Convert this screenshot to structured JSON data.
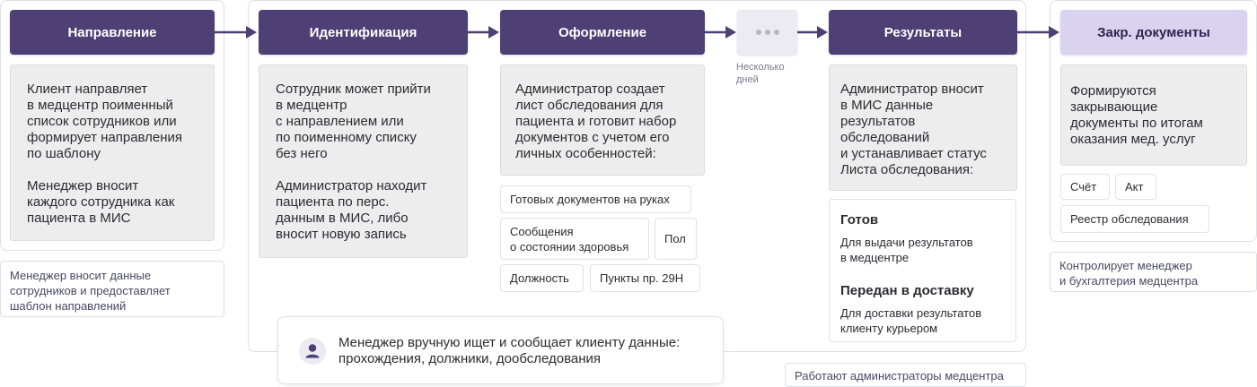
{
  "steps": [
    {
      "label": "Направление"
    },
    {
      "label": "Идентификация"
    },
    {
      "label": "Оформление"
    },
    {
      "label": "Результаты"
    },
    {
      "label": "Закр. документы"
    }
  ],
  "dots_step": {
    "caption": "Несколько\nдней"
  },
  "napravlenie": {
    "p1": "Клиент направляет\nв медцентр поименный\nсписок сотрудников или\nформирует направления\nпо шаблону",
    "p2": "Менеджер вносит\nкаждого сотрудника как\nпациента в МИС",
    "note": "Менеджер вносит данные\nсотрудников и предоставляет\nшаблон направлений"
  },
  "identifikaciya": {
    "p1": "Сотрудник может прийти\nв медцентр\nс направлением или\nпо поименному списку\nбез него",
    "p2": "Администратор находит\nпациента по перс.\nданным в МИС, либо\nвносит новую запись"
  },
  "oformlenie": {
    "p1": "Администратор создает\nлист обследования для\nпациента и готовит набор\nдокументов с учетом его\nличных особенностей:",
    "chips": {
      "ready_docs": "Готовых документов на руках",
      "health": "Сообщения\nо состоянии здоровья",
      "gender": "Пол",
      "position": "Должность",
      "points": "Пункты пр. 29Н"
    }
  },
  "rezultaty": {
    "p1": "Администратор вносит\nв МИС данные\nрезультатов\nобследований\nи устанавливает статус\nЛиста обследования:",
    "status1_title": "Готов",
    "status1_desc": "Для выдачи результатов\nв медцентре",
    "status2_title": "Передан в доставку",
    "status2_desc": "Для доставки результатов\nклиенту курьером"
  },
  "zakr": {
    "p1": "Формируются\nзакрывающие\nдокументы по итогам\nоказания мед. услуг",
    "chips": {
      "schet": "Счёт",
      "akt": "Акт",
      "reestr": "Реестр обследования"
    },
    "note": "Контролирует менеджер\nи бухгалтерия медцентра"
  },
  "manager_box": {
    "text": "Менеджер вручную ищет и сообщает клиенту данные:\nпрохождения, должники, дообследования",
    "icon": "user-icon"
  },
  "admins_note": "Работают администраторы медцентра",
  "colors": {
    "header_dark": "#4e3f74",
    "header_light": "#d9d3ef",
    "card_bg": "#ededed",
    "arrow": "#4e3f74"
  }
}
